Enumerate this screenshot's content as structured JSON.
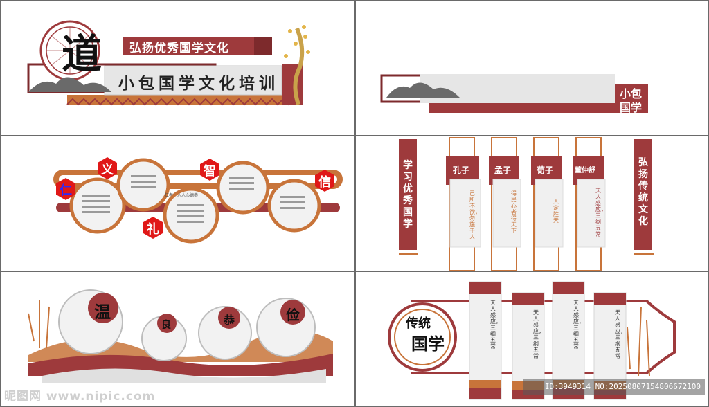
{
  "colors": {
    "maroon": "#9e3a3c",
    "dark_maroon": "#7d2a2c",
    "orange": "#c8743a",
    "light_gray": "#e6e6e6",
    "red": "#e01818",
    "gold": "#c9a24a"
  },
  "panel1": {
    "dao_char": "道",
    "banner": "弘扬优秀国学文化",
    "title": "小包国学文化培训"
  },
  "panel2": {
    "side_label_line1": "小包",
    "side_label_line2": "国学"
  },
  "panel3": {
    "virtues": [
      "仁",
      "义",
      "礼",
      "智",
      "信"
    ],
    "circle_heading": "仁者，人人心德恭"
  },
  "panel4": {
    "left_banner": "学习优秀国学",
    "right_banner": "弘扬传统文化",
    "scrolls": [
      {
        "name": "孔子",
        "quote": "己所不欲，勿施于人"
      },
      {
        "name": "孟子",
        "quote": "得民心者得天下"
      },
      {
        "name": "荀子",
        "quote": "人定胜天"
      },
      {
        "name": "董仲舒",
        "quote": "天人感应，三纲五常"
      }
    ]
  },
  "panel5": {
    "virtues": [
      "温",
      "良",
      "恭",
      "俭"
    ]
  },
  "panel6": {
    "seal_line1": "传统",
    "seal_line2": "国学",
    "scroll_title": "天人感应，三纲五常"
  },
  "watermark": {
    "site": "昵图网 www.nipic.com",
    "id_text": "ID:3949314 NO:20250807154806672100"
  }
}
